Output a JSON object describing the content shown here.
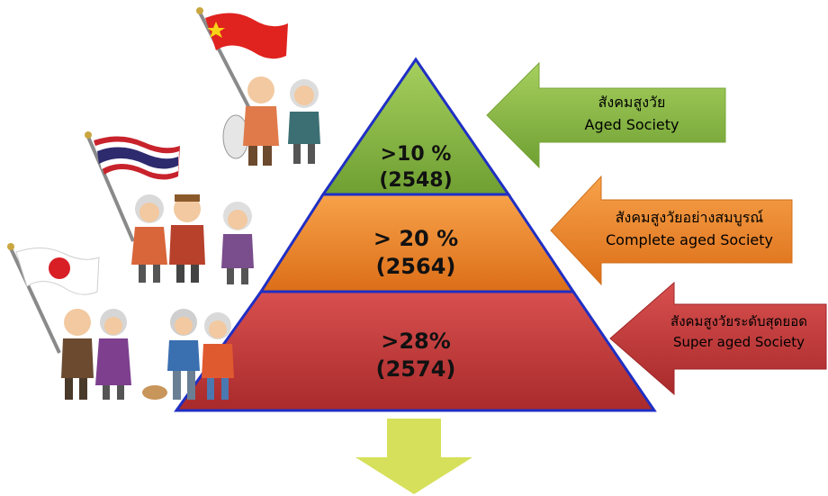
{
  "pyramid": {
    "tiers": [
      {
        "percent": ">10 %",
        "year": "(2548)",
        "color": "#8fc04a"
      },
      {
        "percent": "> 20 %",
        "year": "(2564)",
        "color": "#f0882c"
      },
      {
        "percent": ">28%",
        "year": "(2574)",
        "color": "#c8393a"
      }
    ],
    "outline_color": "#1f2fc4"
  },
  "arrows": [
    {
      "thai": "สังคมสูงวัย",
      "english": "Aged Society",
      "color": "#8fc04a"
    },
    {
      "thai": "สังคมสูงวัยอย่างสมบูรณ์",
      "english": "Complete aged Society",
      "color": "#f0882c"
    },
    {
      "thai": "สังคมสูงวัยระดับสุดยอด",
      "english": "Super aged Society",
      "color": "#c8393a"
    }
  ],
  "down_arrow_color": "#d6e05a",
  "flags": [
    "china-flag-icon",
    "thailand-flag-icon",
    "japan-flag-icon"
  ]
}
